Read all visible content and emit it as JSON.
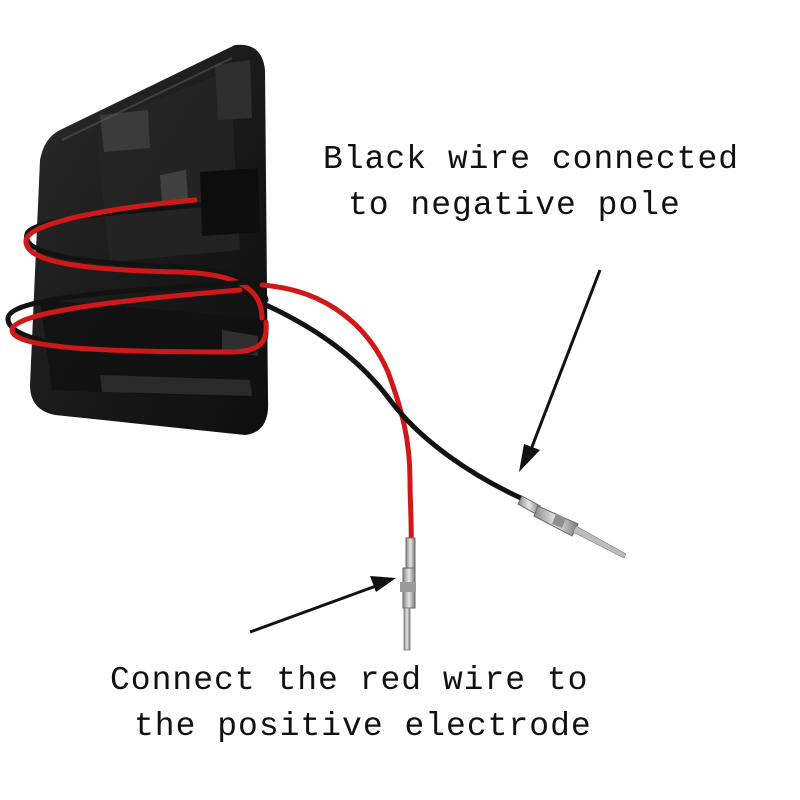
{
  "annotations": {
    "black_wire": {
      "line1": "Black wire connected",
      "line2": "to negative pole"
    },
    "red_wire": {
      "line1": "Connect the red wire to",
      "line2": "the positive electrode"
    }
  },
  "colors": {
    "housing": "#1a1a1a",
    "red_wire": "#d01818",
    "black_wire": "#121212",
    "metal_pin": "#c8c8c8",
    "text": "#111111",
    "background": "#ffffff"
  }
}
